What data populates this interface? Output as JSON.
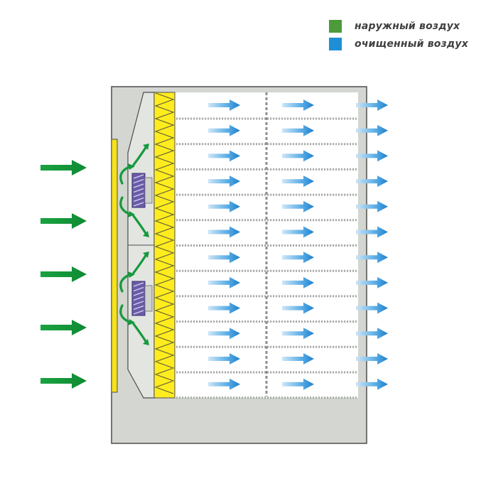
{
  "legend": {
    "items": [
      {
        "label": "наружный воздух",
        "color": "#4c9a3a"
      },
      {
        "label": "очищенный воздух",
        "color": "#1e8fd6"
      }
    ]
  },
  "colors": {
    "outside_air": "#159a3c",
    "clean_air": "#2f8fd6",
    "housing": "#d3d6d1",
    "filter_yellow": "#ffec1f",
    "prefilter_yellow": "#f6e21a",
    "fan_purple": "#6a5ba8",
    "fin_gray": "#a7aba6",
    "outline": "#4d4d4d"
  },
  "icons": {
    "inlet_arrow": "arrow-right-icon",
    "outlet_arrow": "arrow-right-icon",
    "fan": "fan-icon",
    "swirl": "curved-arrow-icon"
  },
  "diagram": {
    "inlet_arrow_count": 5,
    "fin_row_count": 12,
    "outlet_arrow_rows": 12,
    "outlet_arrow_columns": 3,
    "fan_count": 2
  }
}
